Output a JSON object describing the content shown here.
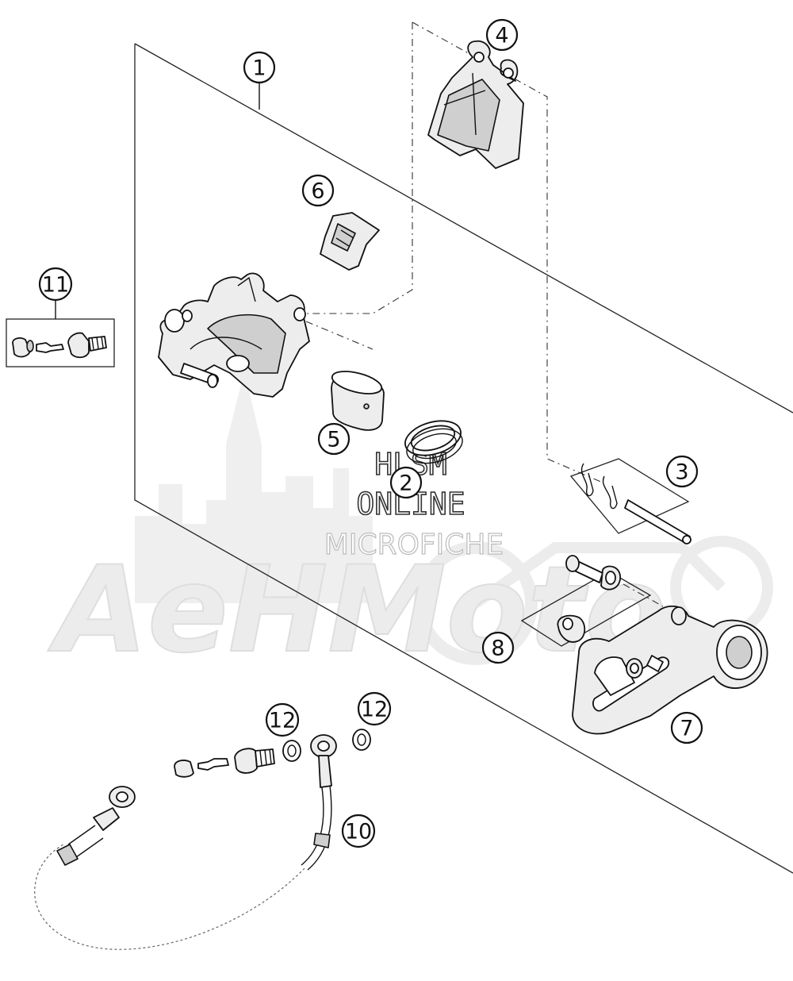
{
  "watermark": {
    "brand": "AeHMoto",
    "line1": "HLSM",
    "line2": "ONLINE",
    "line3": "MICROFICHE"
  },
  "callouts": [
    {
      "id": "1",
      "label": "1"
    },
    {
      "id": "2",
      "label": "2"
    },
    {
      "id": "3",
      "label": "3"
    },
    {
      "id": "4",
      "label": "4"
    },
    {
      "id": "5",
      "label": "5"
    },
    {
      "id": "6",
      "label": "6"
    },
    {
      "id": "7",
      "label": "7"
    },
    {
      "id": "8",
      "label": "8"
    },
    {
      "id": "10",
      "label": "10"
    },
    {
      "id": "11",
      "label": "11"
    },
    {
      "id": "12a",
      "label": "12"
    },
    {
      "id": "12b",
      "label": "12"
    }
  ]
}
